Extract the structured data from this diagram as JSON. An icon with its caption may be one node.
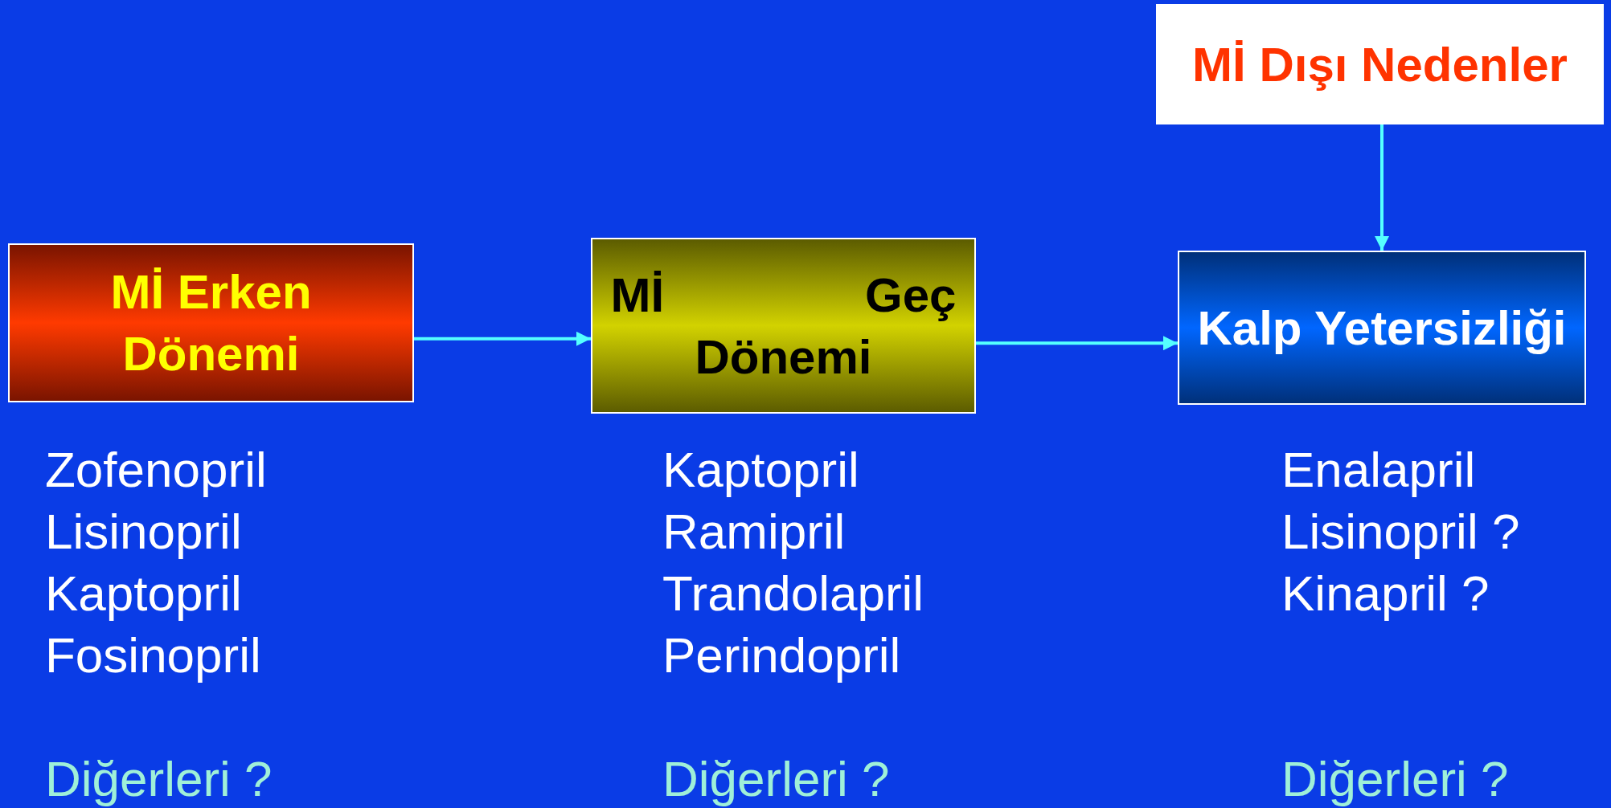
{
  "diagram": {
    "nodes": [
      {
        "text": [
          "Mİ Erken Dönemi"
        ],
        "beside": [
          "Zofenopril",
          "Lisinopril",
          "Kaptopril",
          "Fosinopril"
        ]
      },
      {
        "text": [
          "Mİ Geç Dönemi"
        ],
        "beside": [
          "Kaptopril",
          "Ramipril",
          "Trandolapril",
          "Perindopril"
        ]
      },
      {
        "text": [
          "Kalp Yetersizliği"
        ],
        "beside": [
          "Enalapril",
          "Lisinopril ?",
          "Kinapril ?"
        ]
      },
      {
        "text": [
          "Mİ Dışı Nedenler"
        ]
      }
    ],
    "edges": [
      {
        "from": 0,
        "to": 1,
        "arrow": "to"
      },
      {
        "from": 1,
        "to": 2,
        "arrow": "to"
      },
      {
        "from": 3,
        "to": 2,
        "arrow": "to"
      }
    ],
    "labels": [
      "Diğerleri ?",
      "Diğerleri ?",
      "Diğerleri ?"
    ]
  }
}
